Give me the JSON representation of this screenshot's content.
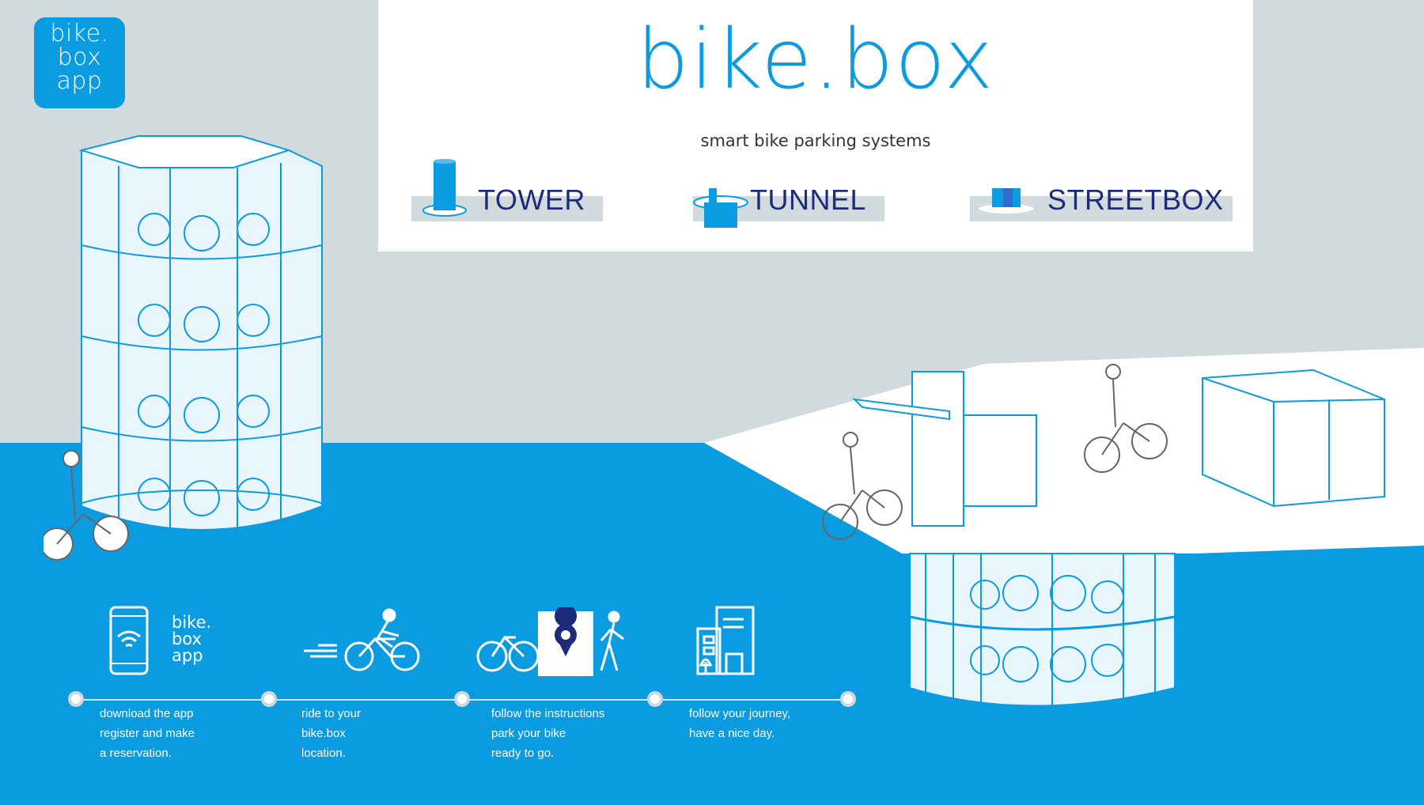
{
  "app_icon": {
    "line1": "bike.",
    "line2": "box",
    "line3": "app"
  },
  "brand": {
    "name": "bike.box",
    "tagline": "smart bike parking systems",
    "accent": "#0b9be0",
    "navy": "#1d2b7a"
  },
  "products": [
    {
      "label": "TOWER",
      "icon": "tower-icon"
    },
    {
      "label": "TUNNEL",
      "icon": "tunnel-icon"
    },
    {
      "label": "STREETBOX",
      "icon": "streetbox-icon"
    }
  ],
  "mini_app": {
    "line1": "bike.",
    "line2": "box",
    "line3": "app"
  },
  "steps": [
    {
      "icon": "smartphone-wifi-icon",
      "lines": [
        "download the app",
        "register and make",
        "a reservation."
      ]
    },
    {
      "icon": "cyclist-icon",
      "lines": [
        "ride to your",
        "bike.box",
        "location."
      ]
    },
    {
      "icon": "park-location-icon",
      "lines": [
        "follow the instructions",
        "park your bike",
        "ready to go."
      ]
    },
    {
      "icon": "city-building-icon",
      "lines": [
        "follow your journey,",
        "have a nice day."
      ]
    }
  ]
}
